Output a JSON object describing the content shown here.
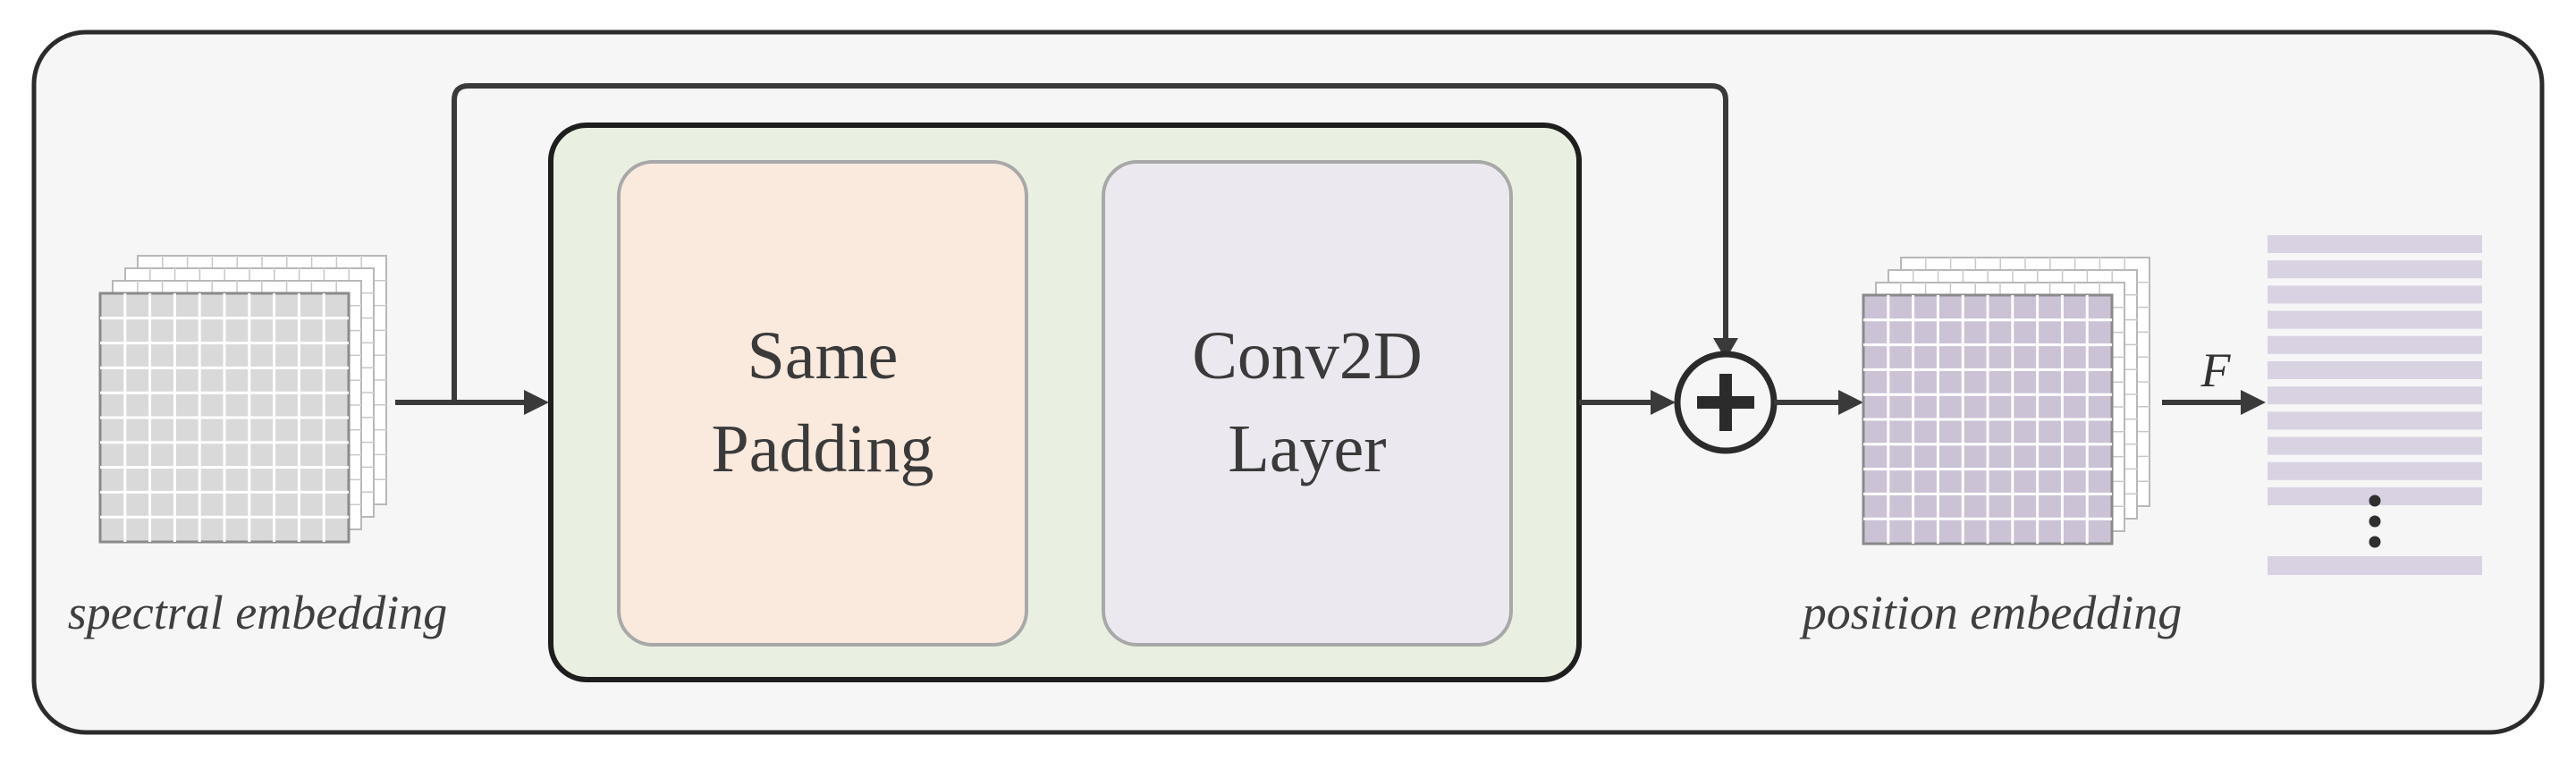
{
  "diagram": {
    "input_caption": "spectral embedding",
    "output_caption": "position embedding",
    "module_blocks": [
      {
        "label_line1": "Same",
        "label_line2": "Padding"
      },
      {
        "label_line1": "Conv2D",
        "label_line2": "Layer"
      }
    ],
    "flatten_label": "F"
  },
  "colors": {
    "panel_bg": "#f6f6f6",
    "panel_border": "#2b2b2b",
    "module_bg": "#eaf0e1",
    "padding_block": "#fae9dd",
    "conv_block": "#ebe8ef",
    "block_border": "#a8a8a8",
    "input_grid_fill": "#d9d9d9",
    "output_grid_fill": "#cbc2d6",
    "token_bar": "#d8d2e3",
    "arrow": "#3a3a3a"
  }
}
